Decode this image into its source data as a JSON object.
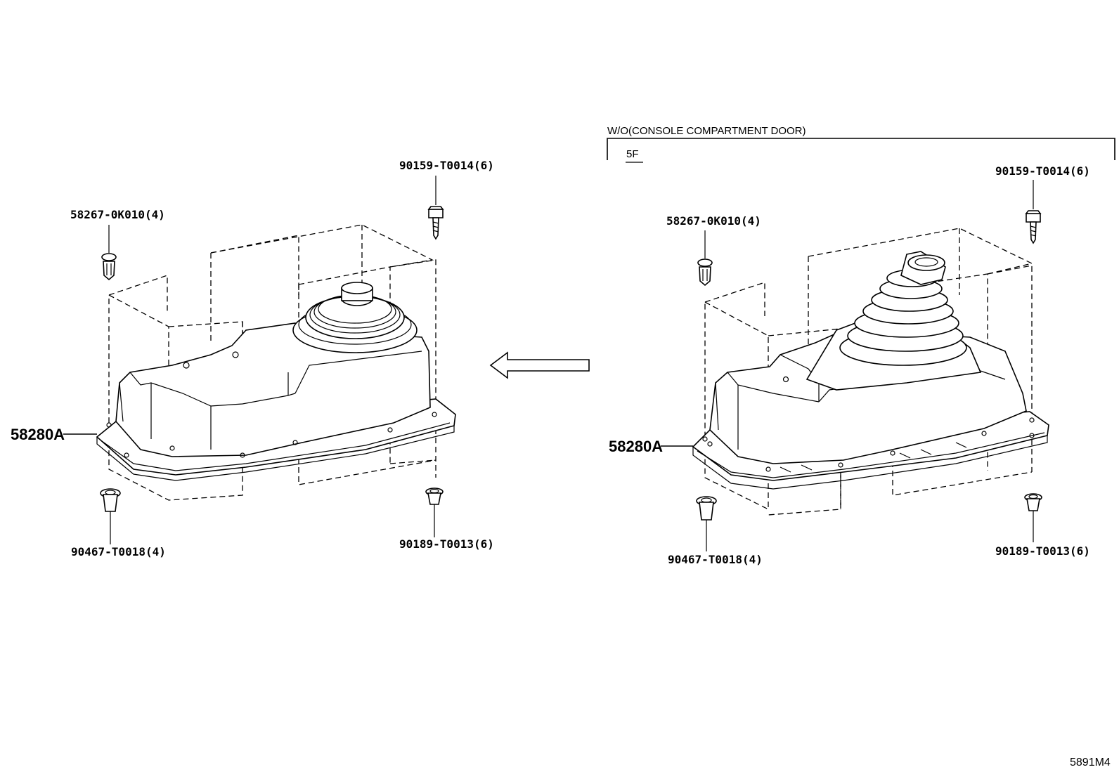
{
  "left_assembly": {
    "part_main": "58280A",
    "clip_top_left": "58267-0K010(4)",
    "screw_top_right": "90159-T0014(6)",
    "clip_bottom_left": "90467-T0018(4)",
    "nut_bottom_right": "90189-T0013(6)"
  },
  "right_assembly": {
    "condition_caption": "W/O(CONSOLE COMPARTMENT DOOR)",
    "variant_code": "5F",
    "part_main": "58280A",
    "clip_top_left": "58267-0K010(4)",
    "screw_top_right": "90159-T0014(6)",
    "clip_bottom_left": "90467-T0018(4)",
    "nut_bottom_right": "90189-T0013(6)"
  },
  "diagram_code": "5891M4",
  "icons": [
    "push-clip-icon",
    "bolt-icon",
    "grommet-icon",
    "left-arrow-icon",
    "shift-boot-icon"
  ]
}
